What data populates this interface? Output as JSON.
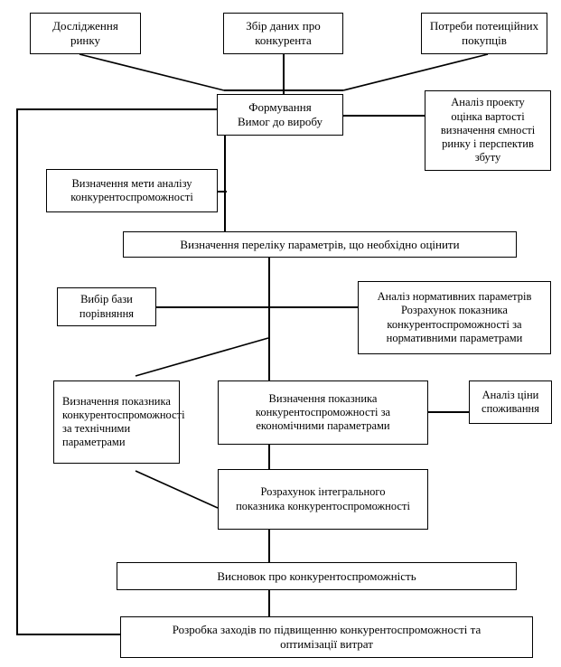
{
  "diagram": {
    "title": "Схема оцінки конкурентоспроможності",
    "language": "uk",
    "stroke_color": "#000000",
    "background_color": "#ffffff",
    "nodes": [
      {
        "id": "market-research",
        "label": "Дослідження\nринку"
      },
      {
        "id": "competitor-data",
        "label": "Збір даних про\nконкурента"
      },
      {
        "id": "buyer-needs",
        "label": "Потреби потеиційних покупців"
      },
      {
        "id": "requirements-forming",
        "label": "Формування\nВимог до виробу"
      },
      {
        "id": "project-analysis",
        "label": "Аналіз проекту\nоцінка вартості\nвизначення ємності\nринку і перспектив\nзбуту"
      },
      {
        "id": "analysis-goal",
        "label": "Визначення мети аналізу\nконкурентоспроможності"
      },
      {
        "id": "parameters-list",
        "label": "Визначення переліку параметрів, що необхідно оцінити"
      },
      {
        "id": "comparison-base",
        "label": "Вибір бази\nпорівняння"
      },
      {
        "id": "normative-analysis",
        "label": "Аналіз нормативних параметрів\nРозрахунок показника\nконкурентоспроможності за\nнормативними параметрами"
      },
      {
        "id": "technical-indicator",
        "label": "Визначення показника конкурентоспроможності за технічними параметрами"
      },
      {
        "id": "economic-indicator",
        "label": "Визначення показника\nконкурентоспроможності за\nекономічними параметрами"
      },
      {
        "id": "consumption-price",
        "label": "Аналіз ціни\nспоживання"
      },
      {
        "id": "integral-indicator",
        "label": "Розрахунок інтегрального\nпоказника конкурентоспроможності"
      },
      {
        "id": "conclusion",
        "label": "Висновок про конкурентоспроможність"
      },
      {
        "id": "measures-development",
        "label": "Розробка заходів по підвищенню конкурентоспроможності та\nоптимізації витрат"
      }
    ]
  }
}
